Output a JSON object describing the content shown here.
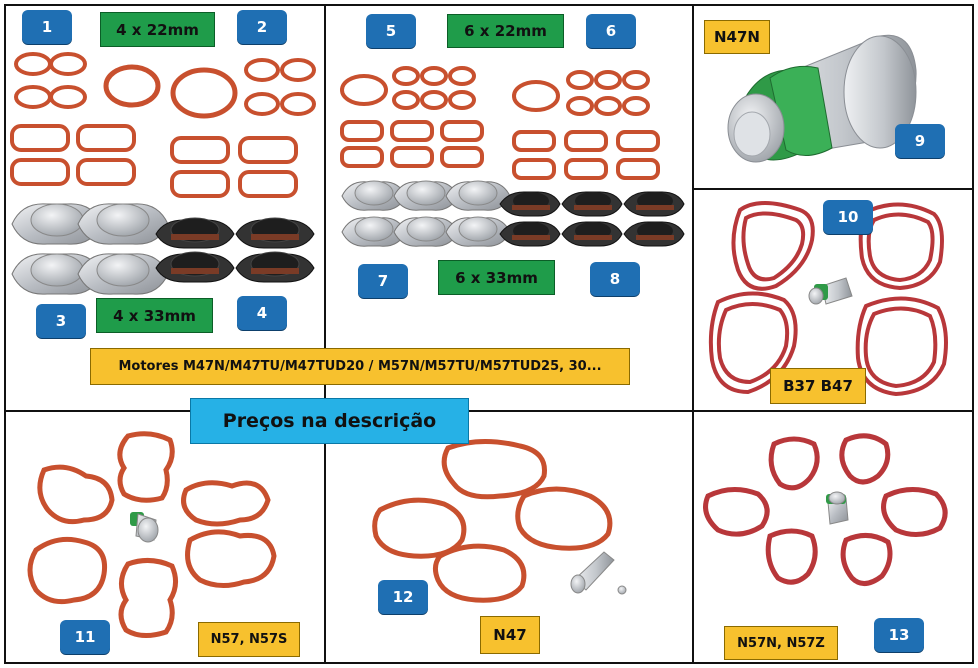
{
  "labels": {
    "size_4x22": "4 x 22mm",
    "size_6x22": "6 x 22mm",
    "size_4x33": "4 x 33mm",
    "size_6x33": "6 x 33mm",
    "engines": "Motores M47N/M47TU/M47TUD20  /  M57N/M57TU/M57TUD25, 30...",
    "prices": "Preços na descrição",
    "n47n": "N47N",
    "b37b47": "B37 B47",
    "n57": "N57, N57S",
    "n47": "N47",
    "n57n": "N57N, N57Z"
  },
  "badges": [
    "1",
    "2",
    "3",
    "4",
    "5",
    "6",
    "7",
    "8",
    "9",
    "10",
    "11",
    "12",
    "13"
  ],
  "colors": {
    "badge_blue": "#1f6fb3",
    "label_green": "#1f9c4a",
    "label_yellow": "#f7c12e",
    "banner_blue": "#26b1e6",
    "gasket_orange": "#c8502e",
    "gasket_red": "#b8373a",
    "flap_black": "#2a2a2a",
    "metal": "#c9ccd1"
  }
}
